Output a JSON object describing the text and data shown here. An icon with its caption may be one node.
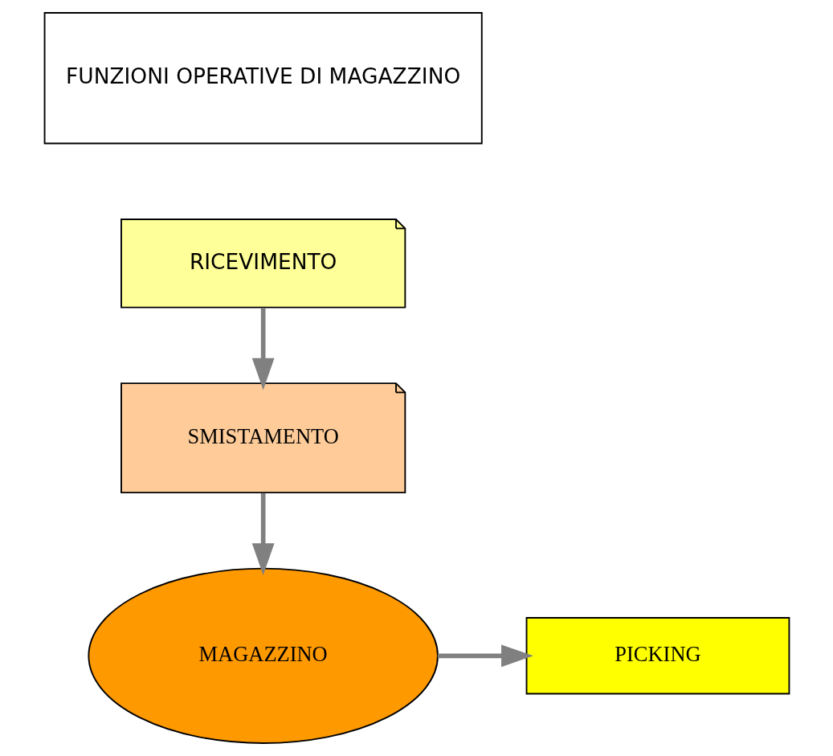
{
  "diagram": {
    "nodes": [
      {
        "text": [
          "FUNZIONI OPERATIVE DI MAGAZZINO"
        ]
      },
      {
        "text": [
          "RICEVIMENTO"
        ]
      },
      {
        "text": [
          "SMISTAMENTO"
        ]
      },
      {
        "text": [
          "MAGAZZINO"
        ]
      },
      {
        "text": [
          "PICKING"
        ]
      }
    ],
    "edges": [
      {
        "from": 1,
        "to": 2,
        "arrow": "to"
      },
      {
        "from": 2,
        "to": 3,
        "arrow": "to"
      },
      {
        "from": 3,
        "to": 4,
        "arrow": "to"
      }
    ]
  }
}
